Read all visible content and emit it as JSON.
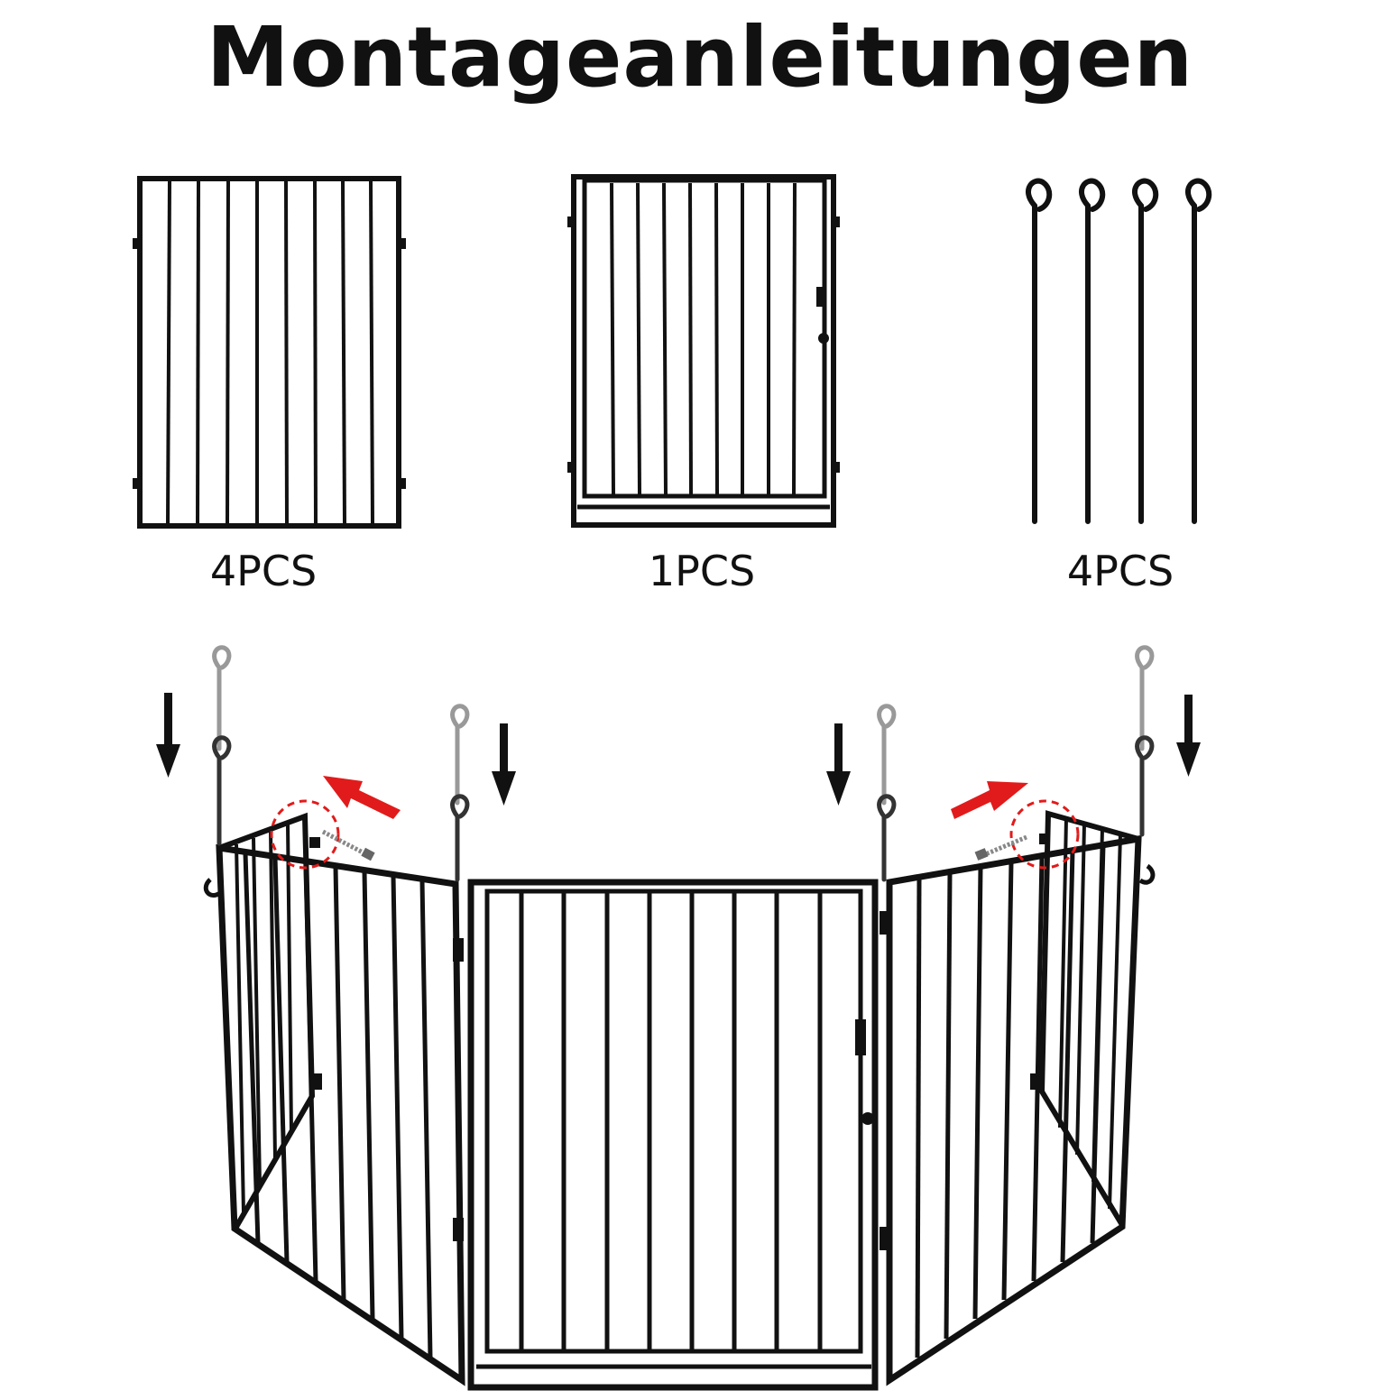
{
  "title": "Montageanleitungen",
  "parts": [
    {
      "name": "panel",
      "quantity": "4PCS",
      "icon": "fence-panel-icon"
    },
    {
      "name": "gate",
      "quantity": "1PCS",
      "icon": "gate-panel-icon"
    },
    {
      "name": "pins",
      "quantity": "4PCS",
      "icon": "hook-pin-icon"
    }
  ],
  "colors": {
    "frame": "#111111",
    "arrow_red": "#e11b1b",
    "pin_grey": "#999999"
  }
}
